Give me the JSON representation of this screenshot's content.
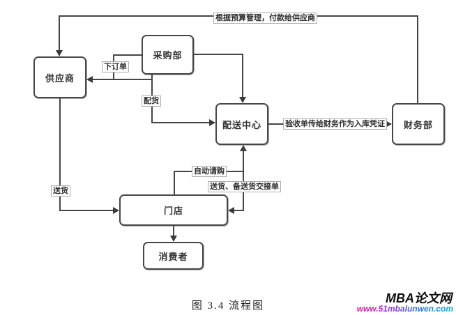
{
  "diagram": {
    "nodes": {
      "supplier": "供应商",
      "purchasing": "采购部",
      "distribution": "配送中心",
      "finance": "财务部",
      "store": "门店",
      "consumer": "消费者"
    },
    "edge_labels": {
      "payment": "根据预算管理，付款给供应商",
      "place_order": "下订单",
      "allocate": "配货",
      "receipt": "验收单传给财务作为入库凭证",
      "delivery": "送货",
      "auto_request": "自动请购",
      "handover": "送货、备送货交接单"
    }
  },
  "caption": "图 3.4 流程图",
  "watermark": {
    "site_name": "MBA论文网",
    "site_url": "www.51mbalunwen.com"
  },
  "colors": {
    "line": "#454545",
    "node_border": "#474747",
    "label_border": "#ababab",
    "watermark_gradient_start": "#ec169c",
    "watermark_gradient_end": "#00b4dc"
  }
}
